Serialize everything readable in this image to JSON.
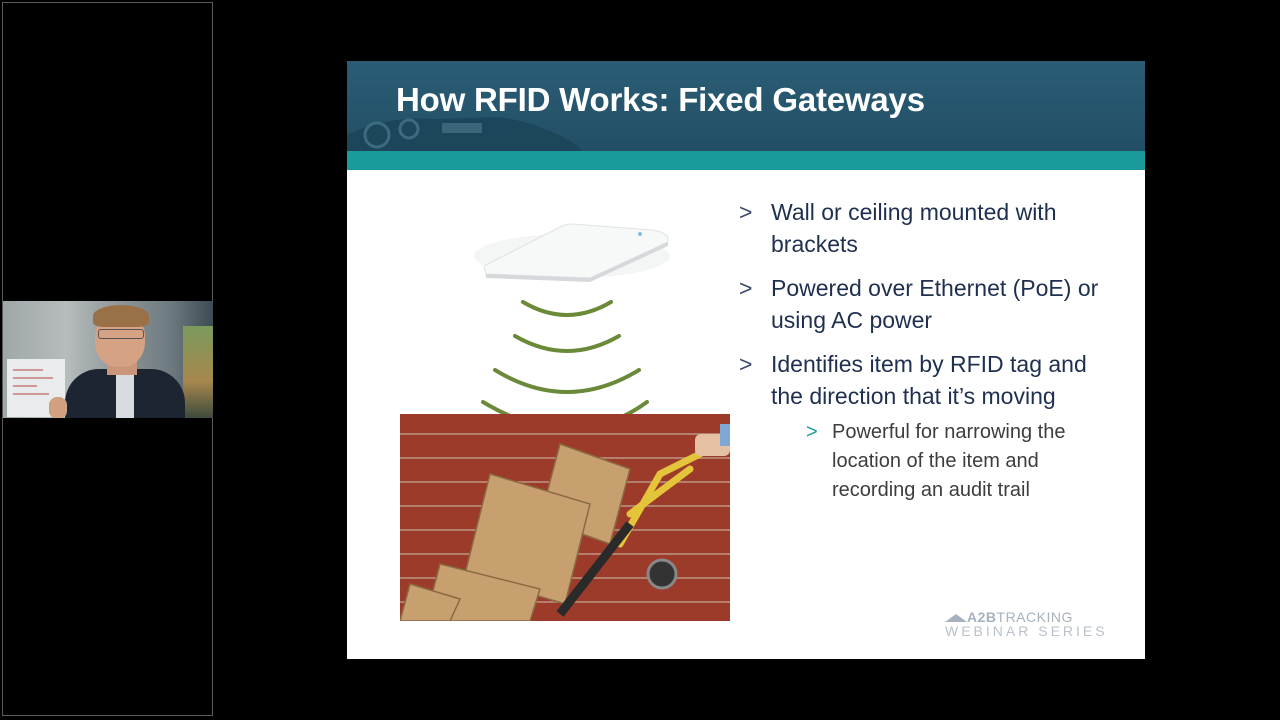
{
  "slide": {
    "title": "How RFID Works: Fixed Gateways",
    "bullets": [
      {
        "text": "Wall or ceiling mounted with brackets"
      },
      {
        "text": "Powered over Ethernet (PoE) or using AC power"
      },
      {
        "text": "Identifies item by RFID tag and the direction that it’s moving"
      }
    ],
    "sub_bullets": [
      {
        "text": "Powerful for narrowing the location of the item and recording an audit trail"
      }
    ],
    "bullet_symbol": ">",
    "brand": {
      "name_bold": "A2B",
      "name_light": "TRACKING",
      "series": "WEBINAR SERIES"
    }
  },
  "colors": {
    "header": "#245770",
    "accent_bar": "#1a9a9a",
    "bullet_text": "#1f2f4f",
    "wave": "#6a8a3a",
    "brick": "#9c3b2a"
  }
}
